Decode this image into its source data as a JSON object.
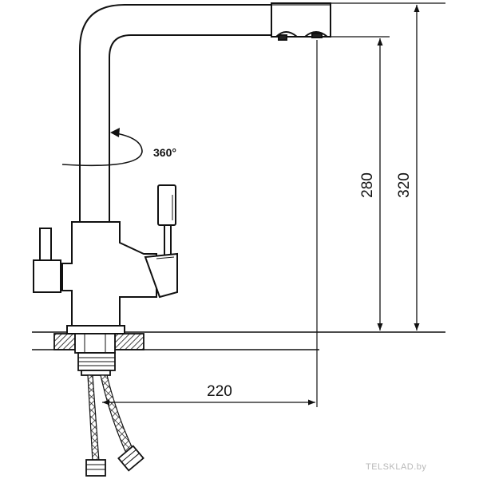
{
  "diagram": {
    "dimensions": {
      "spout_reach": "220",
      "spout_height": "280",
      "total_height": "320"
    },
    "rotation_label": "360°",
    "watermark": "TELSKLAD.by",
    "colors": {
      "line": "#111111",
      "background": "#ffffff"
    }
  }
}
